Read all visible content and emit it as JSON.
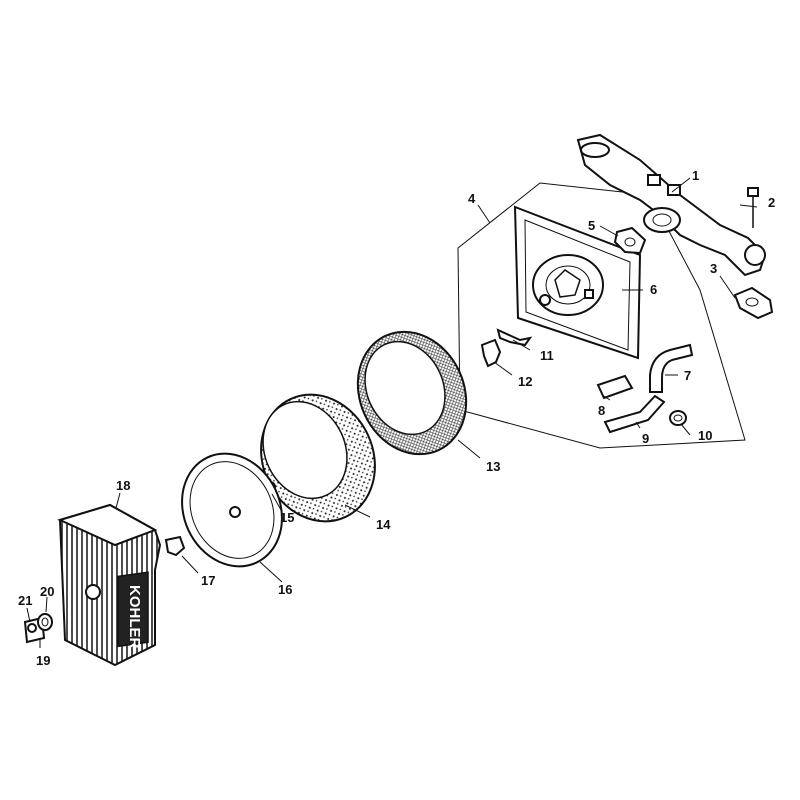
{
  "labels": {
    "p1": "1",
    "p2": "2",
    "p3": "3",
    "p4": "4",
    "p5": "5",
    "p6": "6",
    "p7": "7",
    "p8": "8",
    "p9": "9",
    "p10": "10",
    "p11": "11",
    "p12": "12",
    "p13": "13",
    "p14": "14",
    "p15": "15",
    "p16": "16",
    "p17": "17",
    "p18": "18",
    "p19": "19",
    "p20": "20",
    "p21": "21"
  },
  "brand_text": "KOHLER"
}
